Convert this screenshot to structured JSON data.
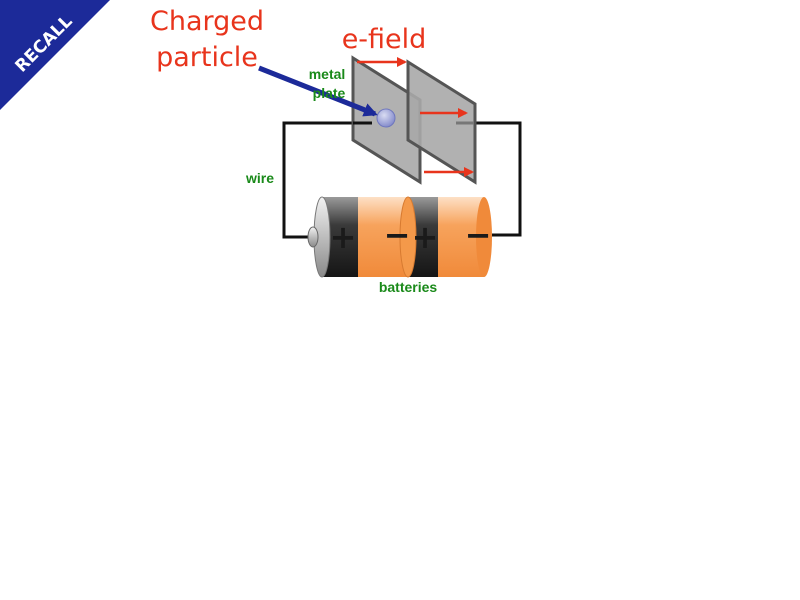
{
  "banner": {
    "label": "RECALL",
    "color": "#1c2a99"
  },
  "titles": {
    "charged_particle_line1": "Charged",
    "charged_particle_line2": "particle",
    "efield": "e-field"
  },
  "labels": {
    "metal_plate_line1": "metal",
    "metal_plate_line2": "plate",
    "wire": "wire",
    "batteries": "batteries"
  },
  "battery_signs": [
    "+",
    "−",
    "+",
    "−"
  ],
  "colors": {
    "title": "#e8341c",
    "label": "#1a8a1a",
    "pointer_arrow": "#1c2a99",
    "field_arrow": "#e8341c",
    "battery_body": "#f7a35c",
    "battery_cap": "#3a3a3a",
    "plate": "#a9a9a9"
  }
}
